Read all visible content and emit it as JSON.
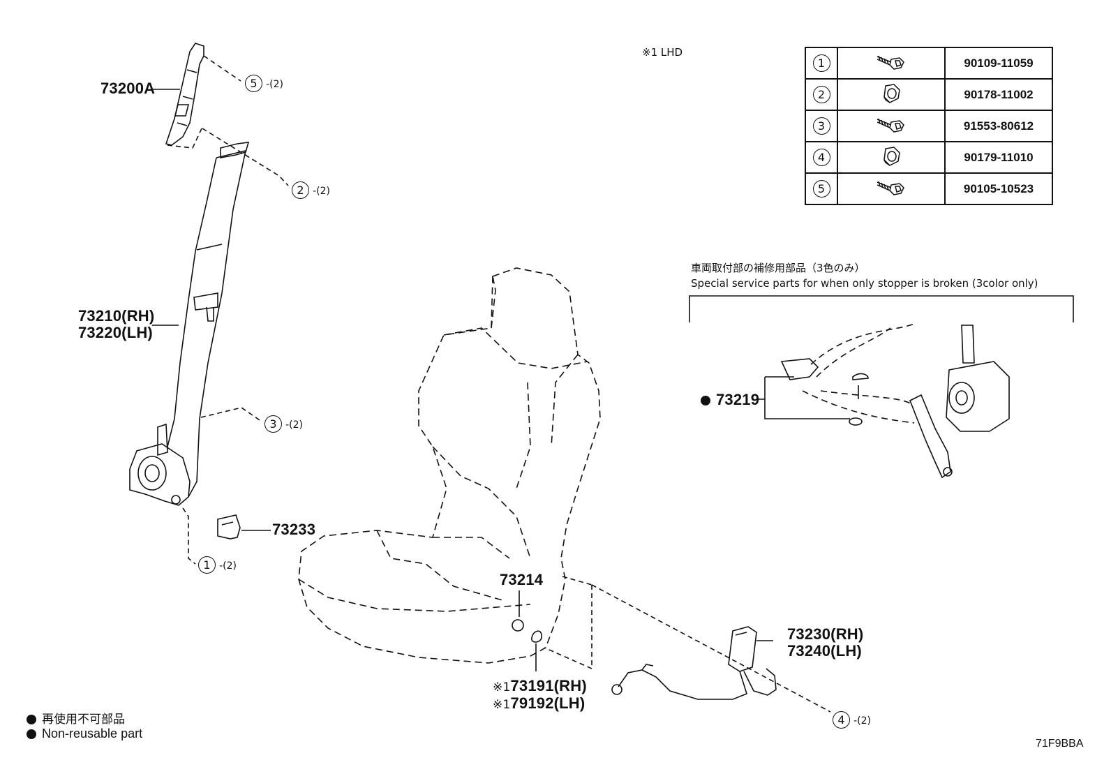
{
  "header": {
    "note_lhd": "※1 LHD"
  },
  "callouts": {
    "c5": {
      "num": "5",
      "qty": "-(2)"
    },
    "c2": {
      "num": "2",
      "qty": "-(2)"
    },
    "c3": {
      "num": "3",
      "qty": "-(2)"
    },
    "c1": {
      "num": "1",
      "qty": "-(2)"
    },
    "c4": {
      "num": "4",
      "qty": "-(2)"
    }
  },
  "parts": {
    "p73200a": "73200A",
    "p73210": "73210(RH)",
    "p73220": "73220(LH)",
    "p73233": "73233",
    "p73214": "73214",
    "p73191": "73191(RH)",
    "p79192": "79192(LH)",
    "mark1": "※1",
    "p73230": "73230(RH)",
    "p73240": "73240(LH)",
    "p73219": "73219"
  },
  "legend": [
    {
      "num": "1",
      "icon": "bolt-icon",
      "part": "90109-11059"
    },
    {
      "num": "2",
      "icon": "nut-icon",
      "part": "90178-11002"
    },
    {
      "num": "3",
      "icon": "bolt-icon",
      "part": "91553-80612"
    },
    {
      "num": "4",
      "icon": "nut-icon",
      "part": "90179-11010"
    },
    {
      "num": "5",
      "icon": "bolt-icon",
      "part": "90105-10523"
    }
  ],
  "service": {
    "title_jp": "車両取付部の補修用部品（3色のみ）",
    "title_en": "Special service parts for when only stopper is broken (3color only)"
  },
  "footer": {
    "jp": "再使用不可部品",
    "en": "Non-reusable part",
    "code": "71F9BBA"
  }
}
